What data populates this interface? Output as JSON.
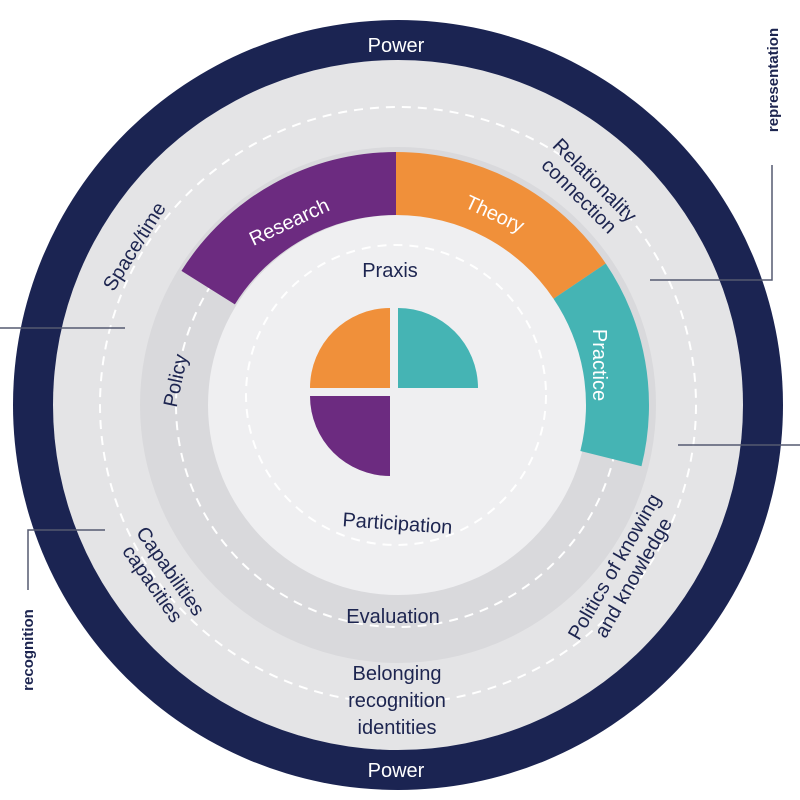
{
  "colors": {
    "navy": "#1b2452",
    "purple": "#6c2b80",
    "orange": "#f0903a",
    "teal": "#45b4b4",
    "outer_band": "#e4e4e6",
    "middle_band": "#d9d9dc",
    "inner_disc": "#efeff1"
  },
  "outer_ring": {
    "top": "Power",
    "bottom": "Power"
  },
  "outer_band": {
    "space_time": "Space/time",
    "relationality": [
      "Relationality",
      "connection"
    ],
    "capabilities": [
      "Capabilities",
      "capacities"
    ],
    "politics": [
      "Politics of knowing",
      "and knowledge"
    ],
    "belonging": [
      "Belonging",
      "recognition",
      "identities"
    ]
  },
  "middle_band": {
    "policy": "Policy",
    "evaluation": "Evaluation"
  },
  "segments": {
    "research": "Research",
    "theory": "Theory",
    "practice": "Practice"
  },
  "inner_disc": {
    "praxis": "Praxis",
    "participation": "Participation"
  },
  "side_labels": {
    "left": "recognition",
    "right": "representation"
  }
}
